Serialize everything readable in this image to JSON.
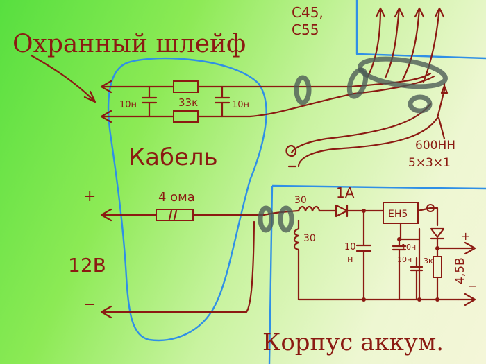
{
  "colors": {
    "wire": "#8b1a12",
    "outline": "#2f8fe6",
    "ferrite": "#4a5a55"
  },
  "labels": {
    "loop": "Охранный шлейф",
    "cable": "Кабель",
    "connector": "C45,\nC55",
    "connector_line1": "C45,",
    "connector_line2": "C55",
    "ferrite_spec_1": "600HH",
    "ferrite_spec_2": "5×3×1",
    "cap_left": "10н",
    "resistor_33k": "33к",
    "cap_right": "10н",
    "resistor_4ohm": "4 ома",
    "plus_left": "+",
    "minus_left": "−",
    "voltage": "12В",
    "choke_1": "30",
    "choke_2": "30",
    "fuse": "1A",
    "cap_10n": "10\nн",
    "cap_10n_a": "10",
    "cap_10n_b": "н",
    "regulator": "EH5",
    "cap_10n_2": "10н",
    "cap_10n_3": "10н",
    "resistor_3k": "3к",
    "output_voltage": "4,5В",
    "plus_right": "+",
    "minus_right": "−",
    "housing": "Корпус аккум."
  }
}
